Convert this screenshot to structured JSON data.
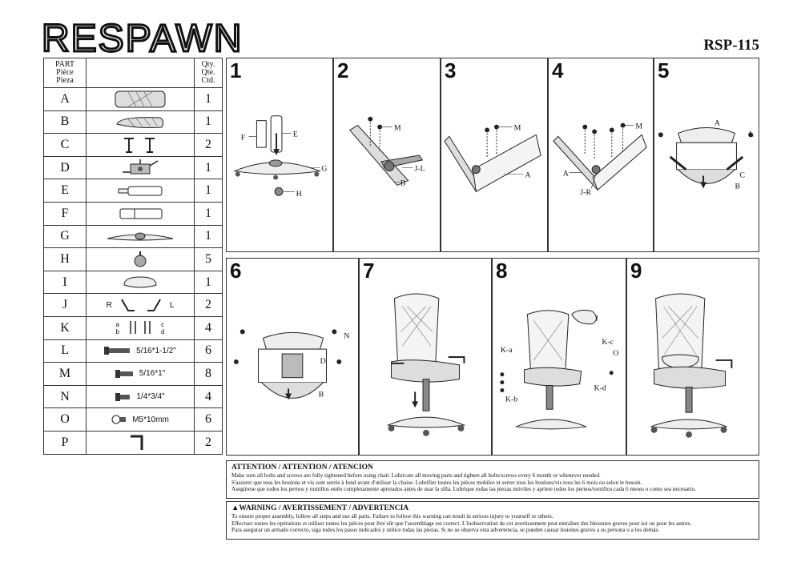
{
  "brand": "RESPAWN",
  "model": "RSP-115",
  "parts_header": {
    "part": [
      "PART",
      "Pièce",
      "Pieza"
    ],
    "qty": [
      "Qty.",
      "Qte.",
      "Ctd."
    ]
  },
  "parts": [
    {
      "letter": "A",
      "qty": "1"
    },
    {
      "letter": "B",
      "qty": "1"
    },
    {
      "letter": "C",
      "qty": "2"
    },
    {
      "letter": "D",
      "qty": "1"
    },
    {
      "letter": "E",
      "qty": "1"
    },
    {
      "letter": "F",
      "qty": "1"
    },
    {
      "letter": "G",
      "qty": "1"
    },
    {
      "letter": "H",
      "qty": "5"
    },
    {
      "letter": "I",
      "qty": "1"
    },
    {
      "letter": "J",
      "qty": "2"
    },
    {
      "letter": "K",
      "qty": "4"
    },
    {
      "letter": "L",
      "qty": "6",
      "spec": "5/16*1-1/2\""
    },
    {
      "letter": "M",
      "qty": "8",
      "spec": "5/16*1\""
    },
    {
      "letter": "N",
      "qty": "4",
      "spec": "1/4*3/4\""
    },
    {
      "letter": "O",
      "qty": "6",
      "spec": "M5*10mm"
    },
    {
      "letter": "P",
      "qty": "2"
    }
  ],
  "part_labels": {
    "j_r": "R",
    "j_l": "L",
    "k_a": "a",
    "k_b": "b",
    "k_c": "c",
    "k_d": "d"
  },
  "steps": [
    {
      "num": "1",
      "labels": {
        "f": "F",
        "e": "E",
        "g": "G",
        "h": "H"
      }
    },
    {
      "num": "2",
      "labels": {
        "m": "M",
        "jl": "J-L",
        "b": "B"
      }
    },
    {
      "num": "3",
      "labels": {
        "m": "M",
        "a": "A"
      }
    },
    {
      "num": "4",
      "labels": {
        "m": "M",
        "a": "A",
        "jr": "J-R"
      }
    },
    {
      "num": "5",
      "labels": {
        "a": "A",
        "l": "L",
        "c": "C",
        "b": "B"
      }
    },
    {
      "num": "6",
      "labels": {
        "n": "N",
        "d": "D",
        "b": "B"
      }
    },
    {
      "num": "7",
      "labels": {}
    },
    {
      "num": "8",
      "labels": {
        "i": "I",
        "ka": "K-a",
        "kc": "K-c",
        "o": "O",
        "kb": "K-b",
        "kd": "K-d"
      }
    },
    {
      "num": "9",
      "labels": {}
    }
  ],
  "attention": {
    "title": "ATTENTION / ATTENTION / ATENCION",
    "lines": [
      "Make sure all bolts and screws are fully tightened before using chair. Lubricate all moving parts and tighten all bolts/screws every 6 month or whenever needed.",
      "S'assurer que tous les boulons et vis sont serrés à fond avant d'utiliser la chaise. Lubrifier toutes les pièces mobiles et serrer tous les boulons/vis tous les 6 mois ou selon le besoin.",
      "Asegúrese que todos los pernos y tornillos estén completamente apretados antes de usar la silla. Lubrique todas las piezas móviles y apriete todos los pernos/tornillos cada 6 meses o como sea necesario."
    ]
  },
  "warning": {
    "title": "WARNING / AVERTISSEMENT / ADVERTENCIA",
    "lines": [
      "To ensure proper assembly, follow all steps and use all parts. Failure to follow this warning can result in serious injury to yourself or others.",
      "Effectuer toutes les opérations et utiliser toutes les pièces pour être sûr que l'assemblage est correct. L'inobservation de cet avertissement peut entraîner des blessures graves pour soi ou pour les autres.",
      "Para asegurar un armado correcto, siga todos los pasos indicados y utilice todas las piezas. Si no se observa esta advertencia, se pueden causar lesiones graves a su persona o a los demás."
    ]
  }
}
